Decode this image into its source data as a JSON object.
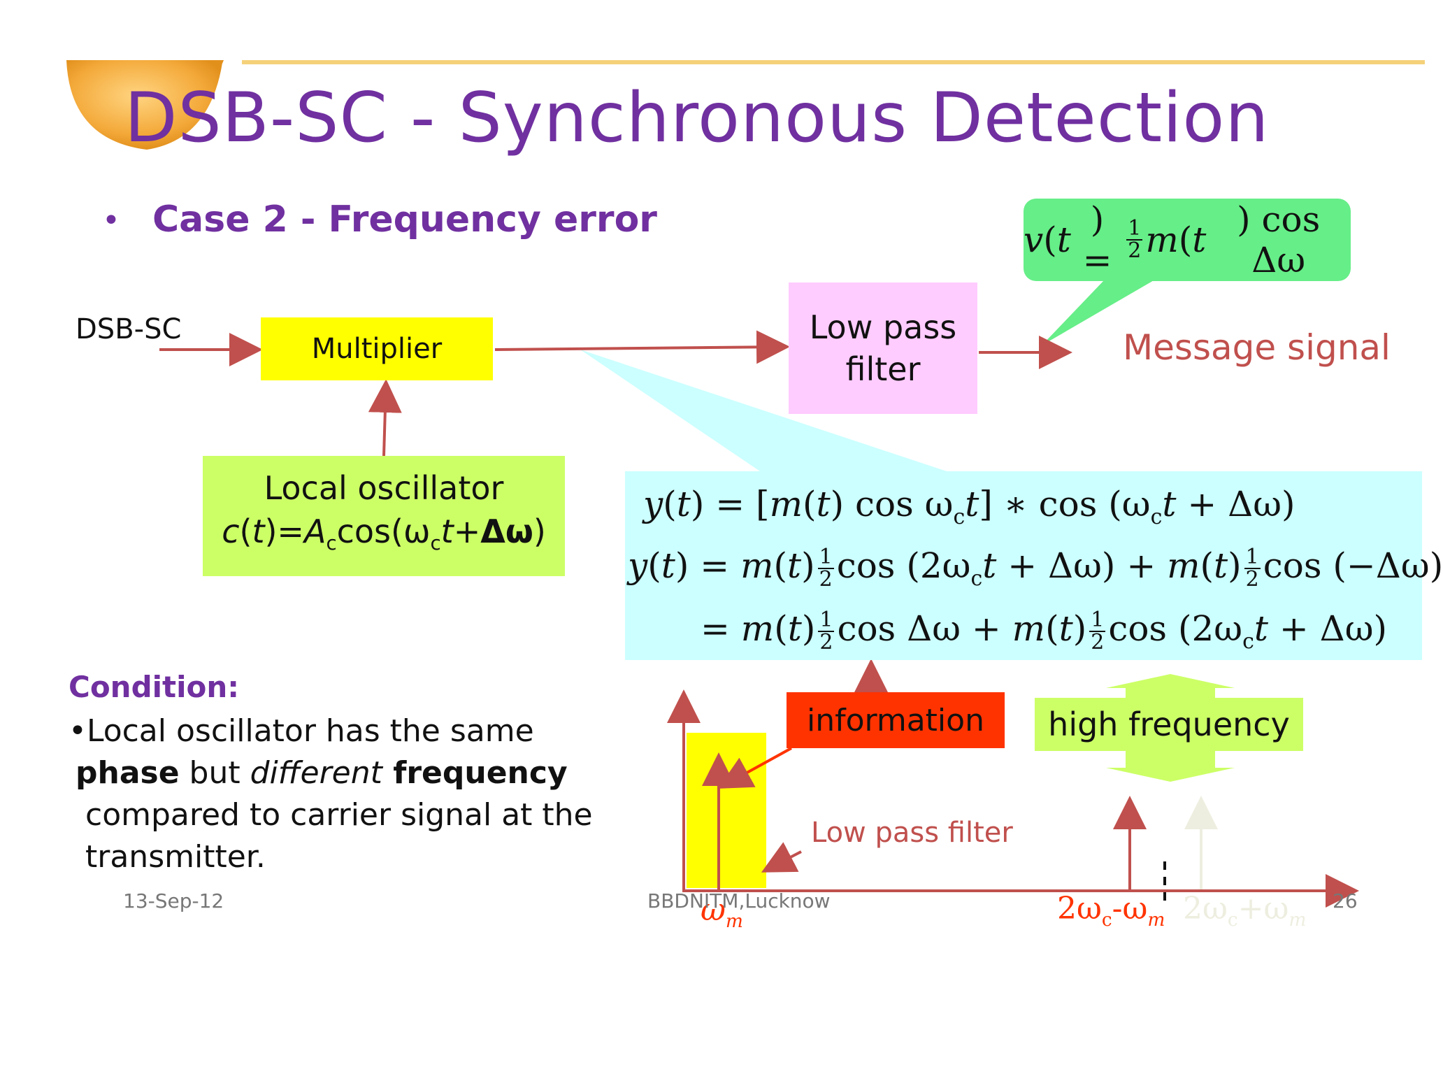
{
  "title": "DSB-SC - Synchronous Detection",
  "bullet": "Case 2 - Frequency error",
  "blocks": {
    "input_label": "DSB-SC",
    "multiplier": "Multiplier",
    "lpf_line1": "Low pass",
    "lpf_line2": "filter",
    "output_label": "Message signal",
    "oscillator_line1": "Local oscillator",
    "oscillator_eq": "c(t)=Aₐcos(ωₑt+Δω)",
    "output_eq": "v(t) = ½ m(t) cos Δω"
  },
  "equations": {
    "line1": "y(t) = [m(t) cos ωct] * cos (ωct + Δω)",
    "line2": "y(t) = m(t) ½ cos (2ωct + Δω) + m(t) ½ cos (−Δω)",
    "line3": "= m(t) ½ cos Δω + m(t) ½ cos (2ωct + Δω)"
  },
  "callouts": {
    "information": "information",
    "high_frequency": "high frequency",
    "low_pass_filter": "Low pass filter"
  },
  "spectrum": {
    "label_wm": "ωm",
    "label_diff": "2ωc-ωm",
    "label_sum": "2ωc+ωm"
  },
  "condition": {
    "title": "Condition:",
    "line1": "Local oscillator has the same",
    "line2_b1": "phase",
    "line2_m": " but ",
    "line2_i": "different",
    "line2_b2": " frequency",
    "line3": "compared to carrier signal at the",
    "line4": "transmitter."
  },
  "footer": {
    "date": "13-Sep-12",
    "institute": "BBDNITM,Lucknow",
    "page": "26"
  },
  "colors": {
    "title": "#7030a0",
    "multiplier": "#ffff00",
    "lpf": "#ffccff",
    "oscillator": "#ccff66",
    "speech": "#66ee88",
    "equation_bg": "#ccffff",
    "information": "#ff3300",
    "arrow": "#c0504d"
  }
}
